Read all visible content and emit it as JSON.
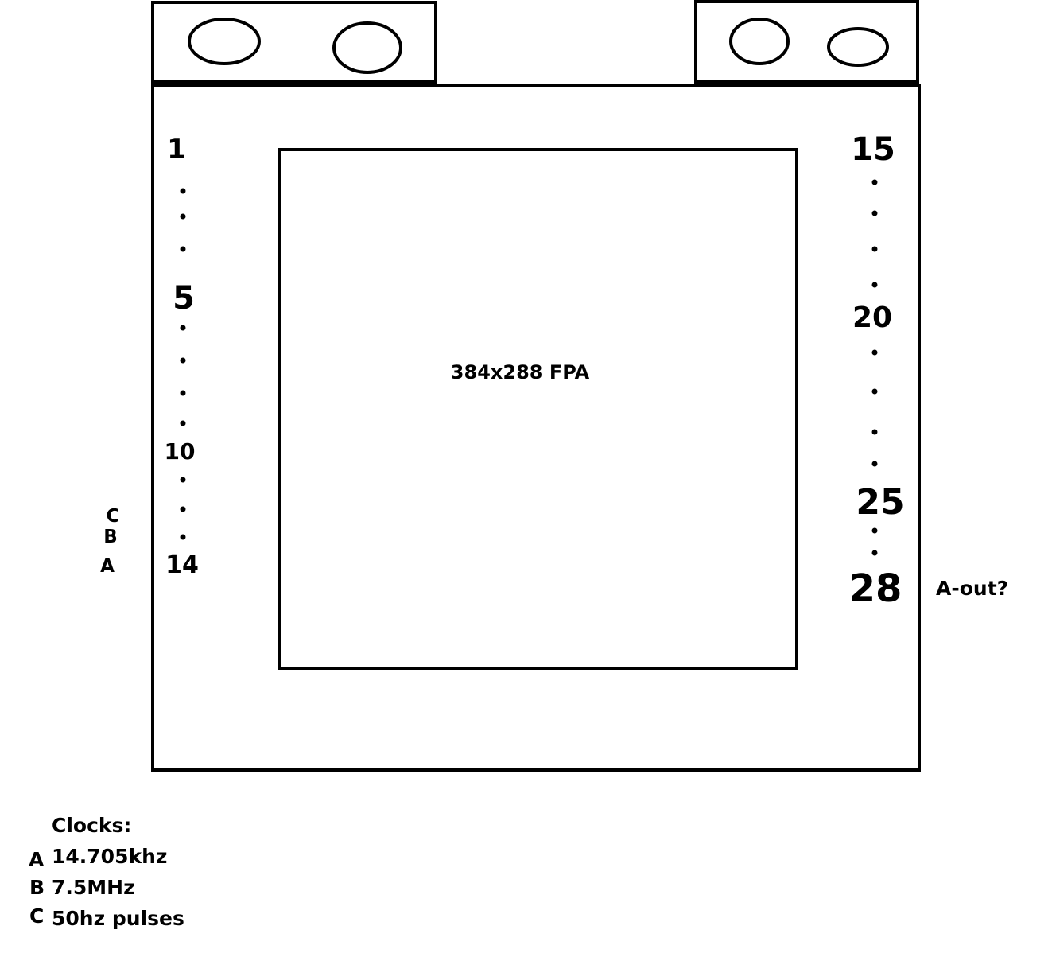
{
  "colors": {
    "ink": "#000000",
    "paper": "#ffffff"
  },
  "fpa_label": "384x288 FPA",
  "left_pins": {
    "first": "1",
    "fifth": "5",
    "tenth": "10",
    "last": "14"
  },
  "right_pins": {
    "first": "15",
    "twentieth": "20",
    "twenty_fifth": "25",
    "last": "28"
  },
  "clock_markers": {
    "c": "C",
    "b": "B",
    "a": "A"
  },
  "output_label": "A-out?",
  "legend": {
    "heading": "Clocks:",
    "items": [
      {
        "key": "A",
        "value": "14.705khz"
      },
      {
        "key": "B",
        "value": "7.5MHz"
      },
      {
        "key": "C",
        "value": "50hz pulses"
      }
    ]
  }
}
